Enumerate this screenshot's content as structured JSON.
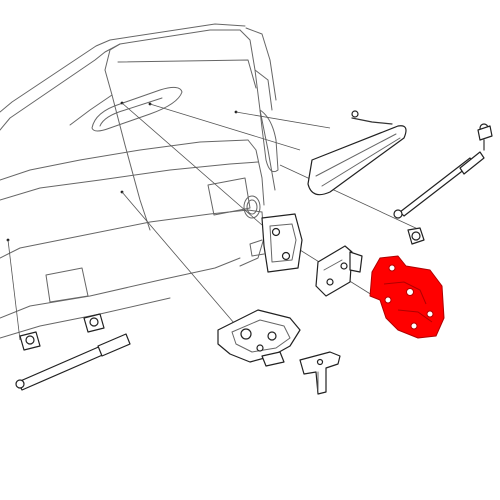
{
  "diagram": {
    "highlight_color": "#ff0000",
    "line_color": "#333333",
    "background": "#ffffff",
    "parts": [
      {
        "name": "tailgate-handle",
        "highlighted": false
      },
      {
        "name": "gas-strut-right",
        "highlighted": false
      },
      {
        "name": "gas-strut-left",
        "highlighted": false
      },
      {
        "name": "latch-bracket",
        "highlighted": false
      },
      {
        "name": "hinge-bracket",
        "highlighted": false
      },
      {
        "name": "lock-actuator",
        "highlighted": true
      },
      {
        "name": "latch-mechanism",
        "highlighted": false
      },
      {
        "name": "striker-bracket",
        "highlighted": false
      }
    ]
  }
}
